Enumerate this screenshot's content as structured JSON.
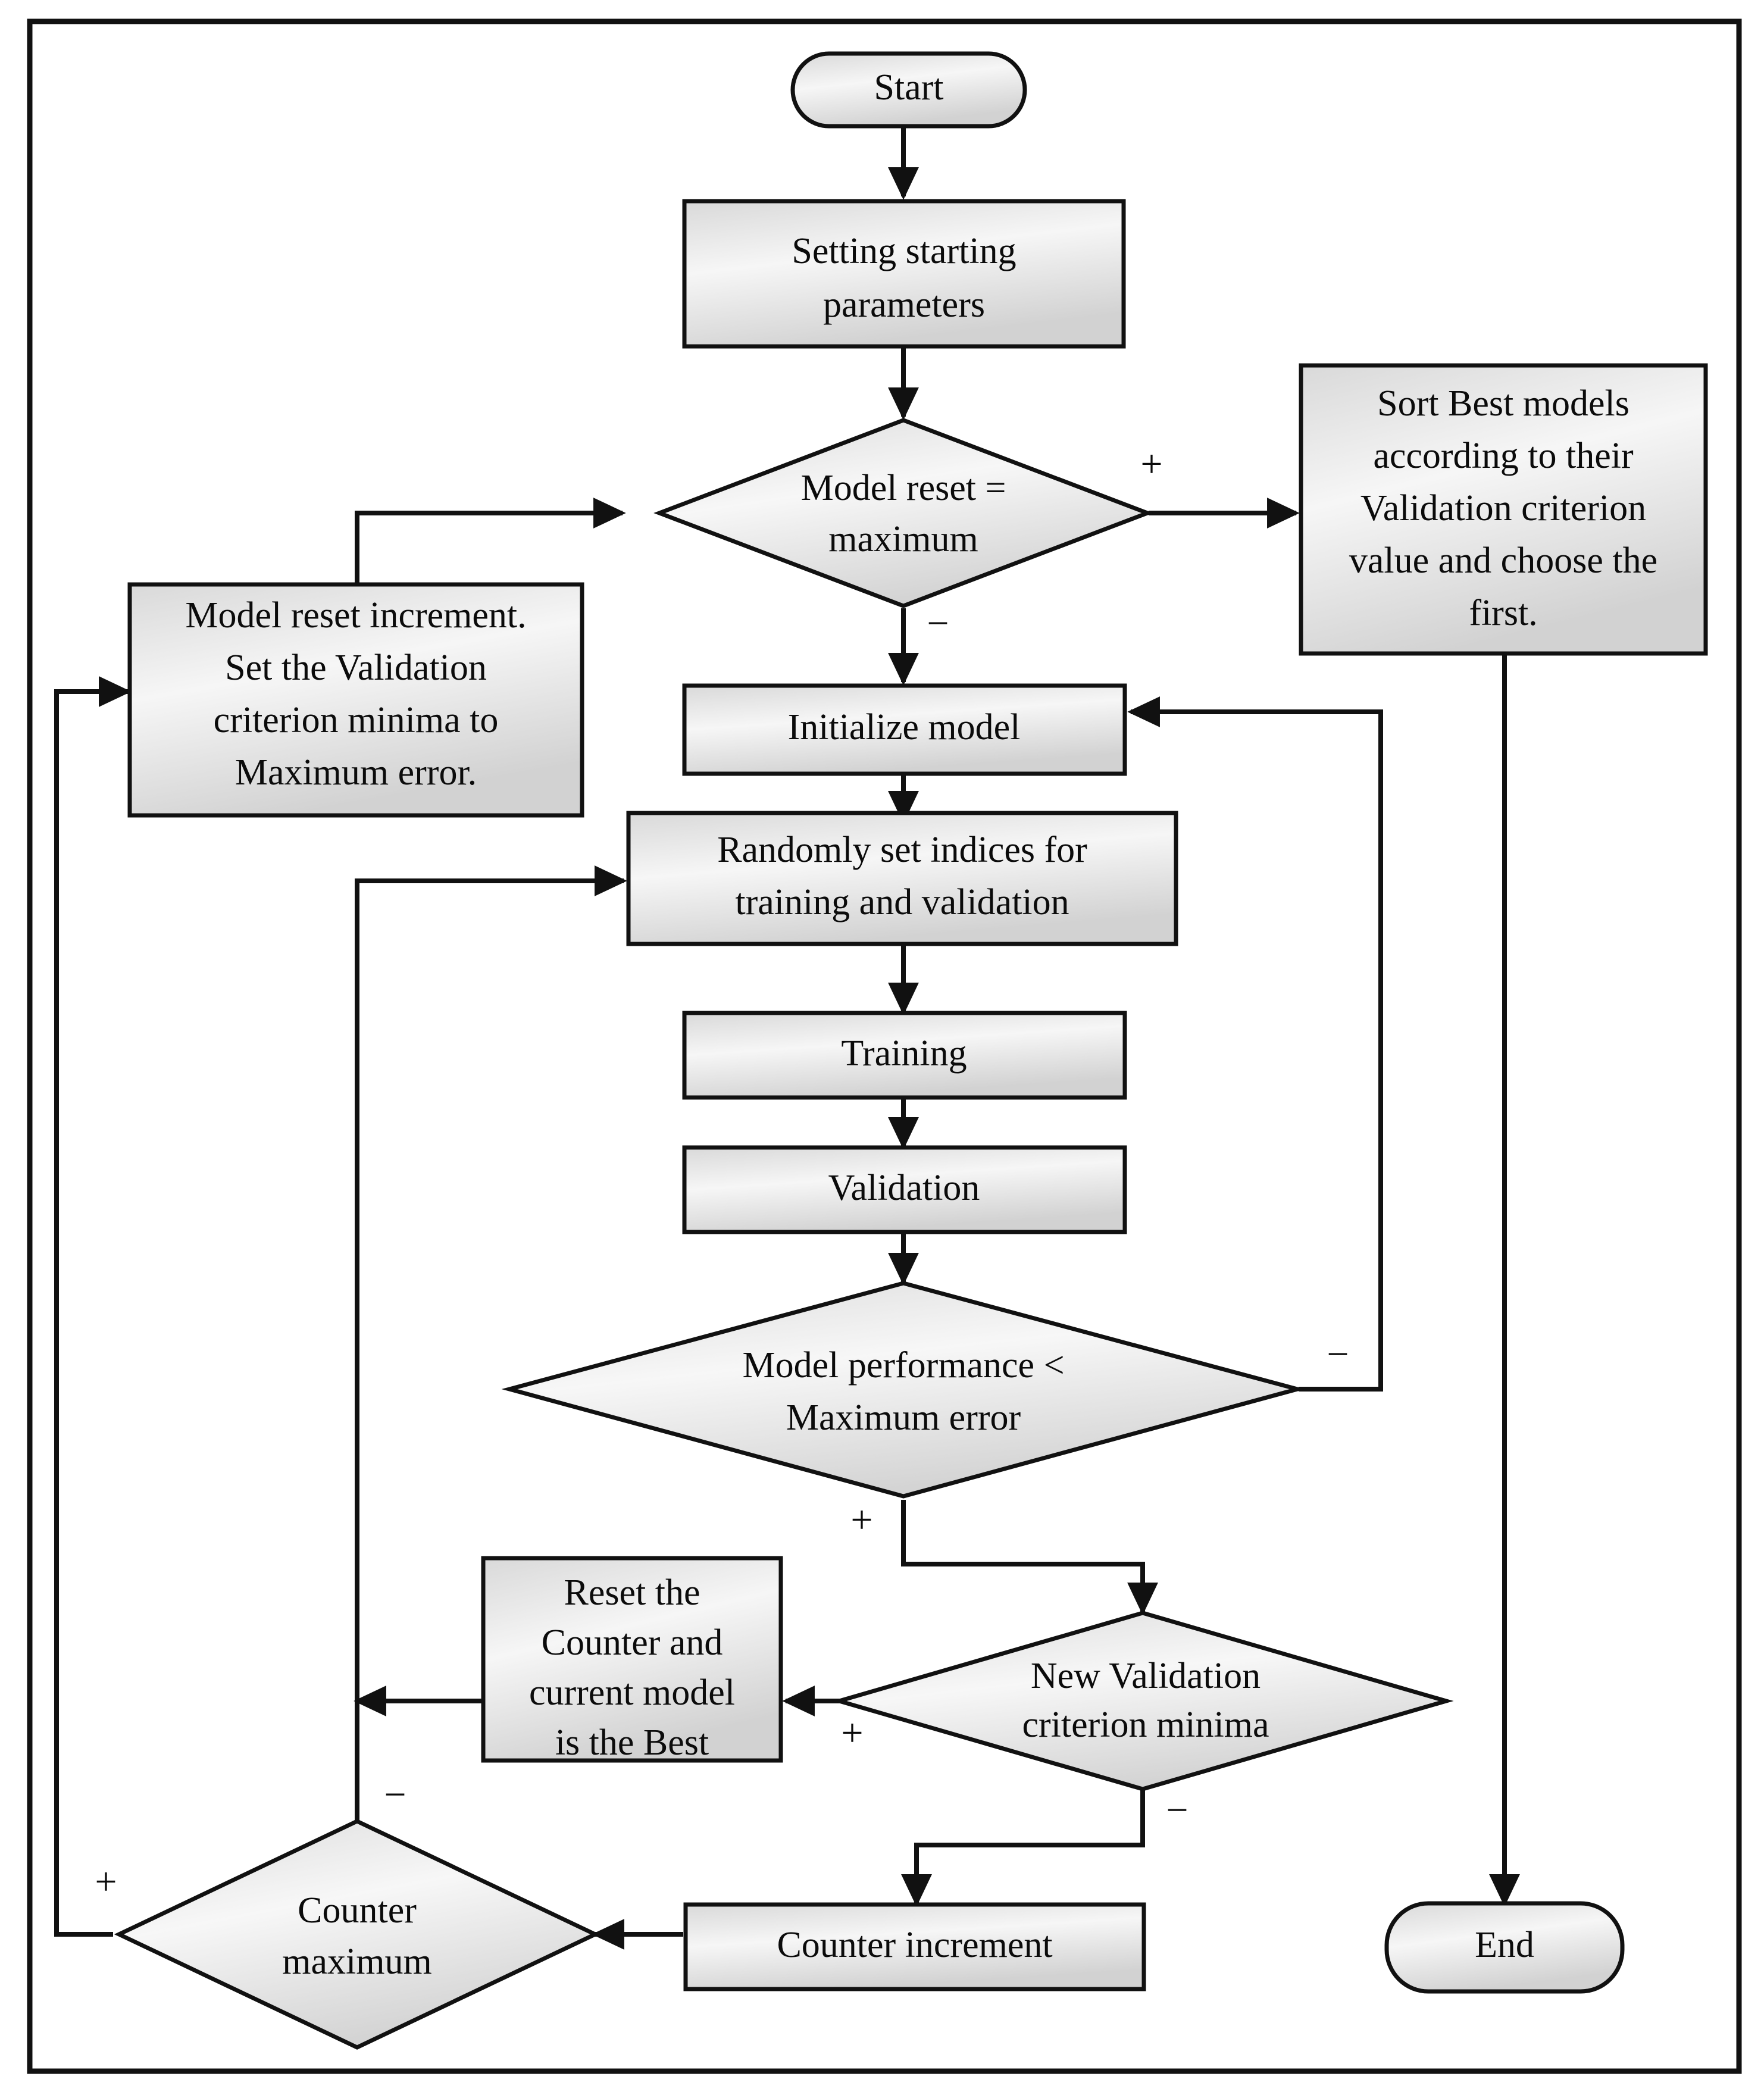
{
  "figure": {
    "kind": "flowchart",
    "background_color": "#ffffff",
    "border_color": "#111111",
    "node_fill_light": "#f4f4f4",
    "node_fill_dark": "#d3d3d3",
    "edge_color": "#111111",
    "text_color": "#0b0b0b"
  },
  "nodes": {
    "start": {
      "label": "Start",
      "shape": "terminator"
    },
    "setting_parameters": {
      "label_line1": "Setting starting",
      "label_line2": "parameters",
      "shape": "process"
    },
    "model_reset_check": {
      "label_line1": "Model reset =",
      "label_line2": "maximum",
      "shape": "decision"
    },
    "sort_best_models": {
      "label_line1": "Sort Best models",
      "label_line2": "according to their",
      "label_line3": "Validation criterion",
      "label_line4": "value and choose the",
      "label_line5": "first.",
      "shape": "process"
    },
    "model_reset_increment": {
      "label_line1": "Model reset increment.",
      "label_line2": "Set the Validation",
      "label_line3": "criterion minima to",
      "label_line4": "Maximum error.",
      "shape": "process"
    },
    "initialize_model": {
      "label": "Initialize model",
      "shape": "process"
    },
    "randomly_set_indices": {
      "label_line1": "Randomly set indices for",
      "label_line2": "training and validation",
      "shape": "process"
    },
    "training": {
      "label": "Training",
      "shape": "process"
    },
    "validation": {
      "label": "Validation",
      "shape": "process"
    },
    "model_performance_check": {
      "label_line1": "Model performance <",
      "label_line2": "Maximum error",
      "shape": "decision"
    },
    "new_validation_minima_check": {
      "label_line1": "New Validation",
      "label_line2": "criterion minima",
      "shape": "decision"
    },
    "reset_counter_best": {
      "label_line1": "Reset the",
      "label_line2": "Counter and",
      "label_line3": "current model",
      "label_line4": "is the Best",
      "shape": "process"
    },
    "counter_maximum_check": {
      "label_line1": "Counter",
      "label_line2": "maximum",
      "shape": "decision"
    },
    "counter_increment": {
      "label": "Counter increment",
      "shape": "process"
    },
    "end": {
      "label": "End",
      "shape": "terminator"
    }
  },
  "edge_labels": {
    "model_reset_plus": "+",
    "model_reset_minus": "−",
    "model_performance_minus": "−",
    "model_performance_plus": "+",
    "new_validation_plus": "+",
    "new_validation_minus": "−",
    "counter_maximum_minus": "−",
    "counter_maximum_plus": "+"
  },
  "flow_edges": [
    {
      "from": "start",
      "to": "setting_parameters",
      "label": ""
    },
    {
      "from": "setting_parameters",
      "to": "model_reset_check",
      "label": ""
    },
    {
      "from": "model_reset_check",
      "to": "sort_best_models",
      "label": "+"
    },
    {
      "from": "model_reset_check",
      "to": "initialize_model",
      "label": "−"
    },
    {
      "from": "sort_best_models",
      "to": "end",
      "label": ""
    },
    {
      "from": "initialize_model",
      "to": "randomly_set_indices",
      "label": ""
    },
    {
      "from": "randomly_set_indices",
      "to": "training",
      "label": ""
    },
    {
      "from": "training",
      "to": "validation",
      "label": ""
    },
    {
      "from": "validation",
      "to": "model_performance_check",
      "label": ""
    },
    {
      "from": "model_performance_check",
      "to": "initialize_model",
      "label": "−"
    },
    {
      "from": "model_performance_check",
      "to": "new_validation_minima_check",
      "label": "+"
    },
    {
      "from": "new_validation_minima_check",
      "to": "reset_counter_best",
      "label": "+"
    },
    {
      "from": "new_validation_minima_check",
      "to": "counter_increment",
      "label": "−"
    },
    {
      "from": "reset_counter_best",
      "to": "randomly_set_indices",
      "label": ""
    },
    {
      "from": "counter_increment",
      "to": "counter_maximum_check",
      "label": ""
    },
    {
      "from": "counter_maximum_check",
      "to": "randomly_set_indices",
      "label": "−"
    },
    {
      "from": "counter_maximum_check",
      "to": "model_reset_increment",
      "label": "+"
    },
    {
      "from": "model_reset_increment",
      "to": "model_reset_check",
      "label": ""
    }
  ]
}
